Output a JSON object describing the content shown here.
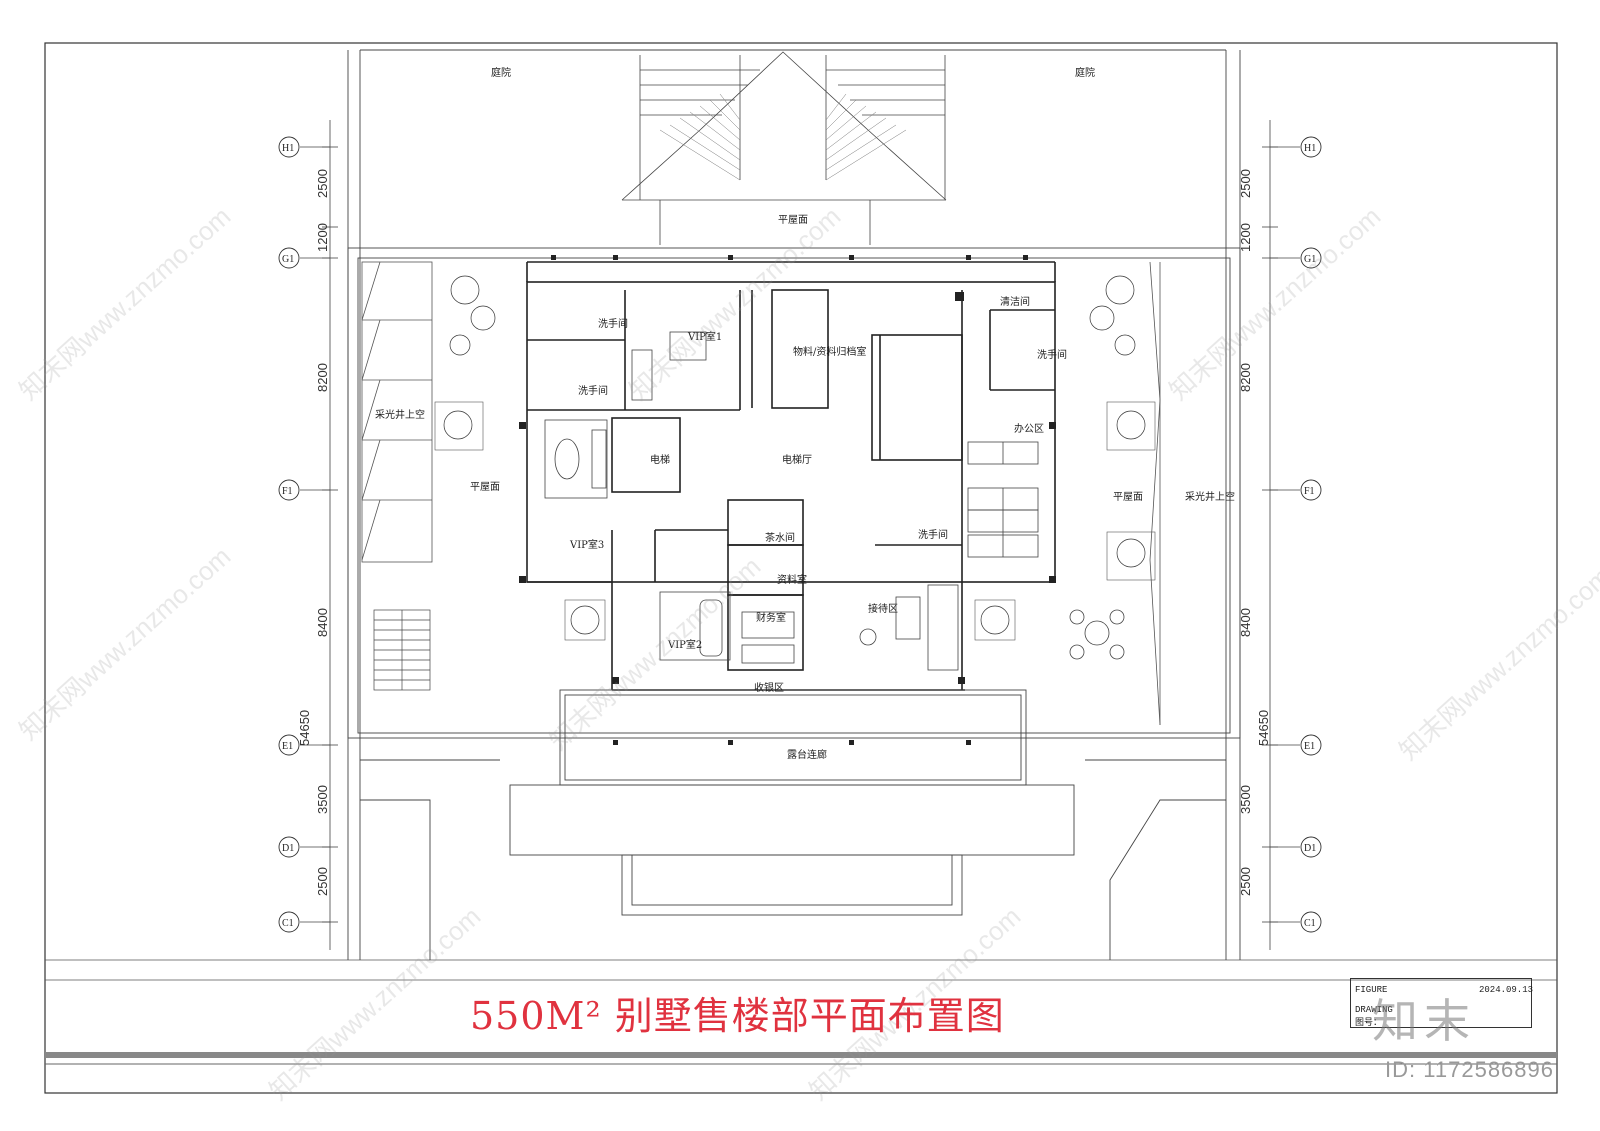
{
  "drawing": {
    "title": "550M² 别墅售楼部平面布置图",
    "id_label": "ID: 1172586896",
    "watermark": "知末网www.znzmo.com",
    "logo": "知末"
  },
  "title_block": {
    "figure": "FIGURE",
    "date": "2024.09.13",
    "drawing": "DRAWING",
    "drawing_no": "图号："
  },
  "axes": {
    "left": [
      "H1",
      "G1",
      "F1",
      "E1",
      "D1",
      "C1"
    ],
    "right": [
      "H1",
      "G1",
      "F1",
      "E1",
      "D1",
      "C1"
    ]
  },
  "dimensions": {
    "left": [
      "2500",
      "1200",
      "8200",
      "8400",
      "54650",
      "3500",
      "2500"
    ],
    "right": [
      "2500",
      "1200",
      "8200",
      "8400",
      "54650",
      "3500",
      "2500"
    ]
  },
  "rooms": {
    "courtyard_left": "庭院",
    "courtyard_right": "庭院",
    "flat_roof_top": "平屋面",
    "washroom_1": "洗手间",
    "vip_room_1": "VIP室1",
    "archive_room": "物料/资料归档室",
    "cleaning_room": "清洁间",
    "washroom_2": "洗手间",
    "washroom_3": "洗手间",
    "skylight_left": "采光井上空",
    "elevator": "电梯",
    "elevator_hall": "电梯厅",
    "office_area": "办公区",
    "flat_roof_left": "平屋面",
    "flat_roof_right": "平屋面",
    "skylight_right": "采光井上空",
    "vip_room_3": "VIP室3",
    "tea_room": "茶水间",
    "washroom_4": "洗手间",
    "data_room": "资料室",
    "finance_room": "财务室",
    "reception": "接待区",
    "vip_room_2": "VIP室2",
    "cashier": "收银区",
    "terrace": "露台连廊"
  }
}
